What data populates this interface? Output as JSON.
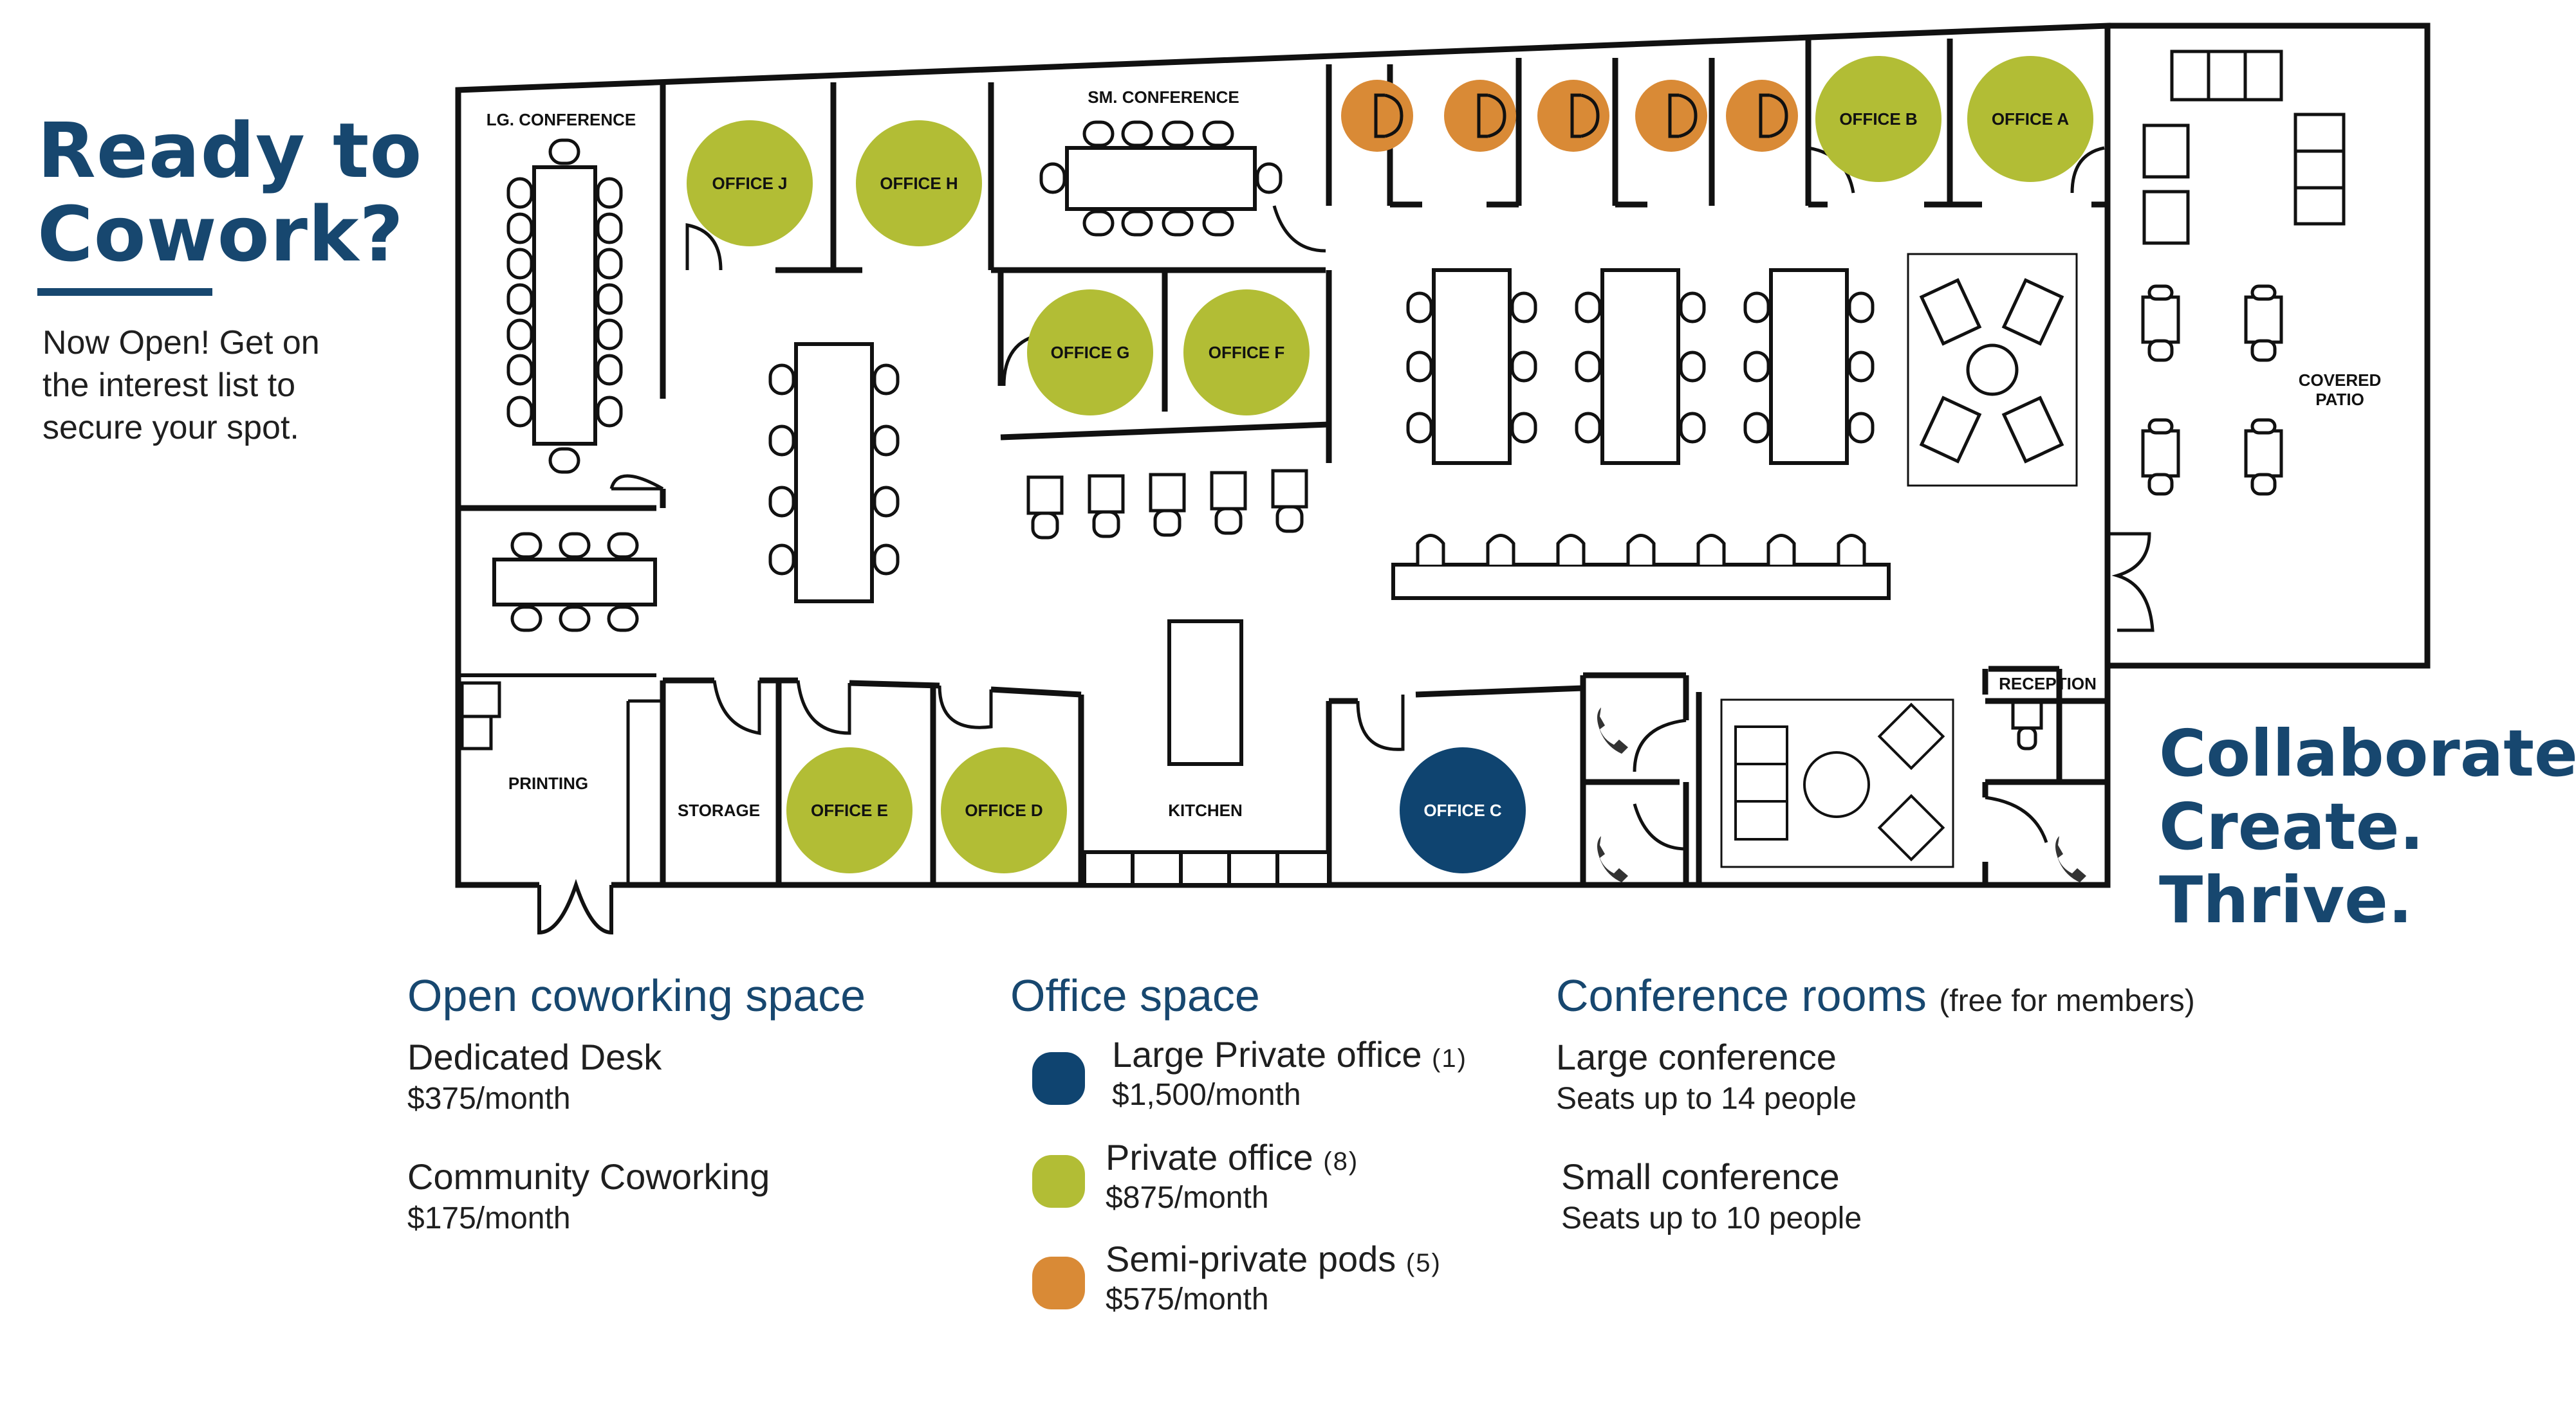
{
  "heading": {
    "line1": "Ready to",
    "line2": "Cowork?"
  },
  "intro": {
    "line1": "Now Open! Get on",
    "line2": "the interest list to",
    "line3": "secure your spot."
  },
  "tagline": {
    "line1": "Collaborate.",
    "line2": "Create.",
    "line3": "Thrive."
  },
  "colors": {
    "navy": "#17476f",
    "large_office": "#0f4470",
    "private_office": "#b2bd35",
    "pod": "#d98a36",
    "wall": "#111111"
  },
  "rooms": {
    "lg_conference": "LG. CONFERENCE",
    "sm_conference": "SM. CONFERENCE",
    "office_j": "OFFICE J",
    "office_h": "OFFICE H",
    "office_g": "OFFICE G",
    "office_f": "OFFICE F",
    "office_b": "OFFICE B",
    "office_a": "OFFICE A",
    "office_e": "OFFICE E",
    "office_d": "OFFICE D",
    "office_c": "OFFICE C",
    "printing": "PRINTING",
    "storage": "STORAGE",
    "kitchen": "KITCHEN",
    "reception": "RECEPTION",
    "covered_patio_1": "COVERED",
    "covered_patio_2": "PATIO"
  },
  "legend": {
    "open": {
      "title": "Open coworking space",
      "items": [
        {
          "name": "Dedicated Desk",
          "price": "$375/month"
        },
        {
          "name": "Community Coworking",
          "price": "$175/month"
        }
      ]
    },
    "office": {
      "title": "Office space",
      "items": [
        {
          "name": "Large Private office",
          "count": "(1)",
          "price": "$1,500/month",
          "color": "#0f4470"
        },
        {
          "name": "Private office",
          "count": "(8)",
          "price": "$875/month",
          "color": "#b2bd35"
        },
        {
          "name": "Semi-private pods",
          "count": "(5)",
          "price": "$575/month",
          "color": "#d98a36"
        }
      ]
    },
    "conference": {
      "title": "Conference rooms",
      "note": "(free for members)",
      "items": [
        {
          "name": "Large conference",
          "detail": "Seats up to 14 people"
        },
        {
          "name": "Small conference",
          "detail": "Seats up to 10 people"
        }
      ]
    }
  }
}
